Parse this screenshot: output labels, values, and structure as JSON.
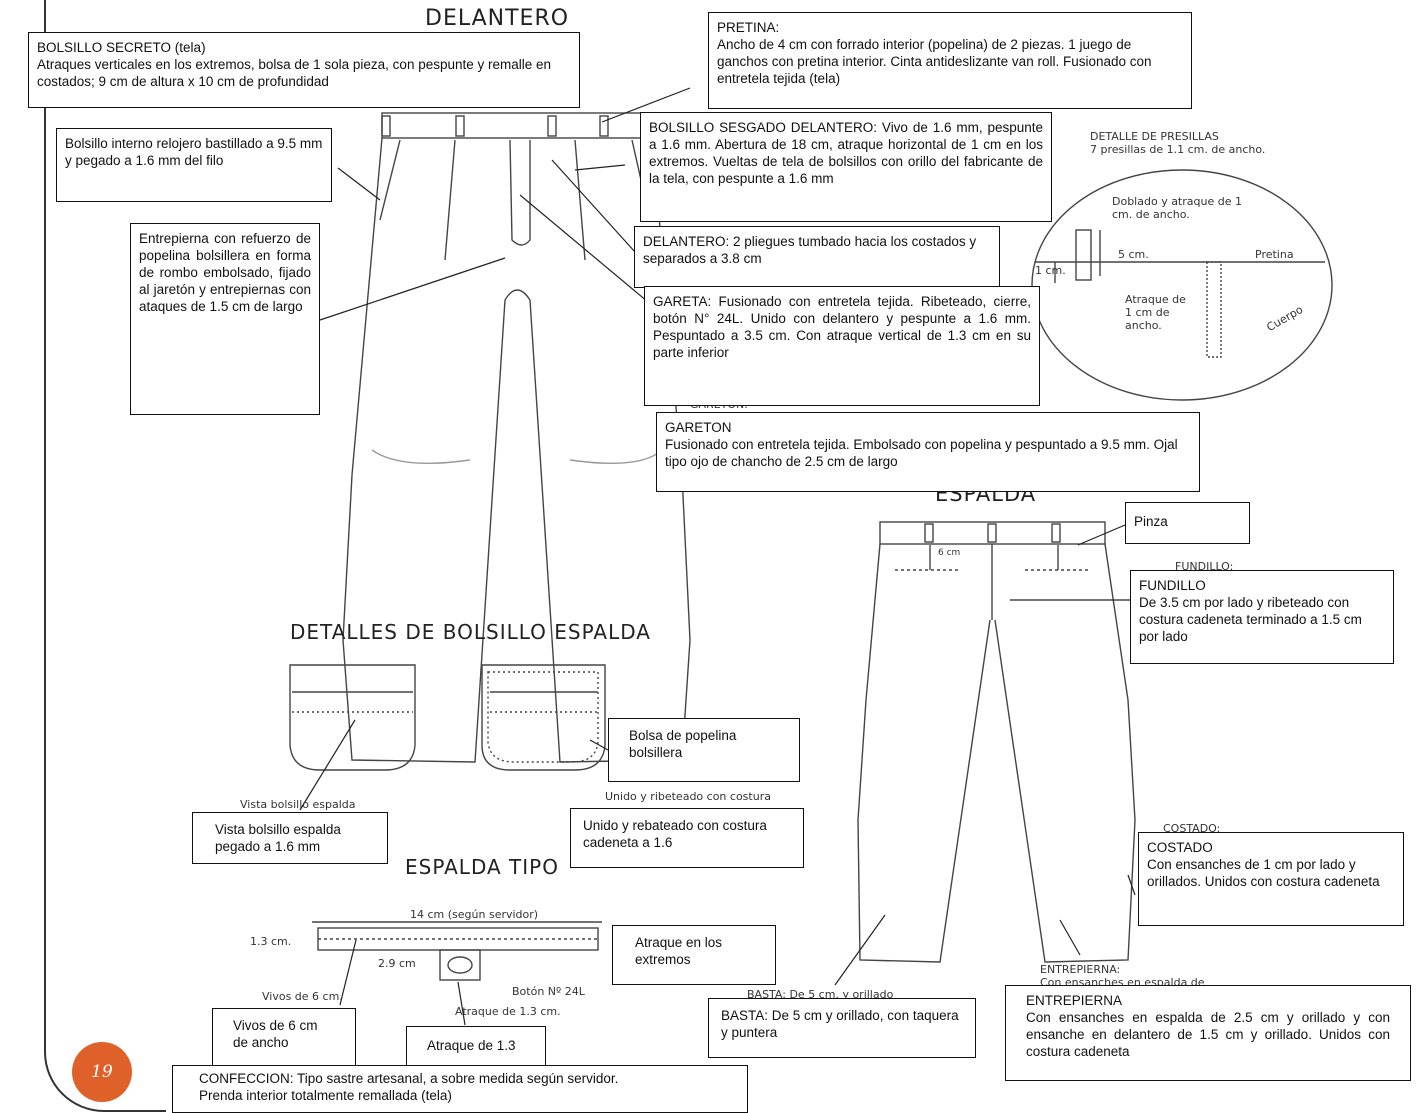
{
  "page": {
    "number": "19"
  },
  "scan_labels": {
    "delantero": "DELANTERO",
    "espalda": "ESPALDA",
    "detalles": "DETALLES DE BOLSILLO ESPALDA",
    "espalda_tipo": "ESPALDA TIPO",
    "presillas_title": "DETALLE DE PRESILLAS",
    "presillas_sub": "7 presillas de 1.1 cm. de ancho.",
    "doblado": "Doblado y atraque de 1 cm. de ancho.",
    "cinco_cm": "5 cm.",
    "pretina": "Pretina",
    "un_cm": "1 cm.",
    "atraque_1cm": "Atraque de 1 cm de ancho.",
    "cuerpo": "Cuerpo",
    "vista_bolsillo": "Vista bolsillo espalda",
    "unido_ribeteado": "Unido y ribeteado con costura",
    "catorce_cm": "14 cm (según servidor)",
    "uno_tres": "1.3 cm.",
    "dos_nueve": "2.9 cm",
    "boton": "Botón Nº 24L",
    "atraque_13": "Atraque de 1.3 cm.",
    "vivos_6": "Vivos de 6 cm.",
    "costado": "COSTADO:",
    "entrepierna": "ENTREPIERNA:",
    "entrepierna_sub": "Con ensanches en espalda de",
    "basta": "BASTA: De 5 cm. y orillado",
    "fundillo": "FUNDILLO:",
    "gareton": "GARETON:",
    "seis_cm": "6 cm"
  },
  "boxes": {
    "bolsillo_secreto": {
      "title": "BOLSILLO SECRETO (tela)",
      "body": "Atraques verticales en los extremos, bolsa de 1 sola pieza, con pespunte y remalle en costados; 9 cm de altura x 10 cm de profundidad"
    },
    "pretina": {
      "title": "PRETINA:",
      "body": "Ancho de 4 cm con forrado interior (popelina) de 2 piezas. 1 juego de ganchos con pretina interior. Cinta antideslizante van roll. Fusionado con entretela tejida (tela)"
    },
    "bolsillo_interno": {
      "body": "Bolsillo interno relojero bastillado a 9.5 mm y pegado a 1.6 mm del filo"
    },
    "bolsillo_sesgado": {
      "body": "BOLSILLO SESGADO DELANTERO: Vivo de 1.6 mm, pespunte a 1.6 mm. Abertura de 18 cm, atraque horizontal de 1 cm en los extremos. Vueltas de tela de bolsillos con orillo del fabricante de la tela, con pespunte a 1.6 mm"
    },
    "entrepierna_front": {
      "body": "Entrepierna con refuerzo de popelina bolsillera en forma de rombo embolsado, fijado al jaretón y entrepiernas con ataques de 1.5 cm de largo"
    },
    "delantero": {
      "body": "DELANTERO: 2 pliegues tumbado hacia los costados y separados a 3.8 cm"
    },
    "gareta": {
      "body": "GARETA: Fusionado con entretela tejida. Ribeteado, cierre, botón N° 24L. Unido con delantero y pespunte a 1.6 mm. Pespuntado a 3.5 cm. Con atraque vertical de 1.3 cm en su parte inferior"
    },
    "gareton": {
      "title": "GARETON",
      "body": "Fusionado con entretela tejida. Embolsado con popelina y pespuntado a 9.5 mm. Ojal tipo ojo de chancho de 2.5 cm de largo"
    },
    "pinza": {
      "body": "Pinza"
    },
    "fundillo": {
      "title": "FUNDILLO",
      "body": "De 3.5 cm por lado y ribeteado con costura cadeneta terminado a 1.5 cm por lado"
    },
    "bolsa_popelina": {
      "body": "Bolsa de popelina bolsillera"
    },
    "vista_bolsillo": {
      "body": "Vista bolsillo espalda pegado a 1.6 mm"
    },
    "unido_rebateado": {
      "body": "Unido y rebateado con costura cadeneta a 1.6"
    },
    "costado": {
      "title": "COSTADO",
      "body": "Con ensanches de 1 cm por lado y orillados. Unidos con costura cadeneta"
    },
    "atraque_extremos": {
      "body": "Atraque en los extremos"
    },
    "basta": {
      "body": "BASTA: De 5 cm y orillado, con taquera y puntera"
    },
    "entrepierna_back": {
      "title": "ENTREPIERNA",
      "body": "Con ensanches en espalda de 2.5 cm y orillado y con ensanche en delantero de 1.5 cm y orillado. Unidos con costura cadeneta"
    },
    "vivos": {
      "body": "Vivos de 6 cm de ancho"
    },
    "atraque_13": {
      "body": "Atraque de 1.3"
    },
    "confeccion": {
      "title": "CONFECCION: Tipo sastre artesanal, a sobre medida según servidor.",
      "body": "Prenda interior totalmente remallada (tela)"
    }
  }
}
